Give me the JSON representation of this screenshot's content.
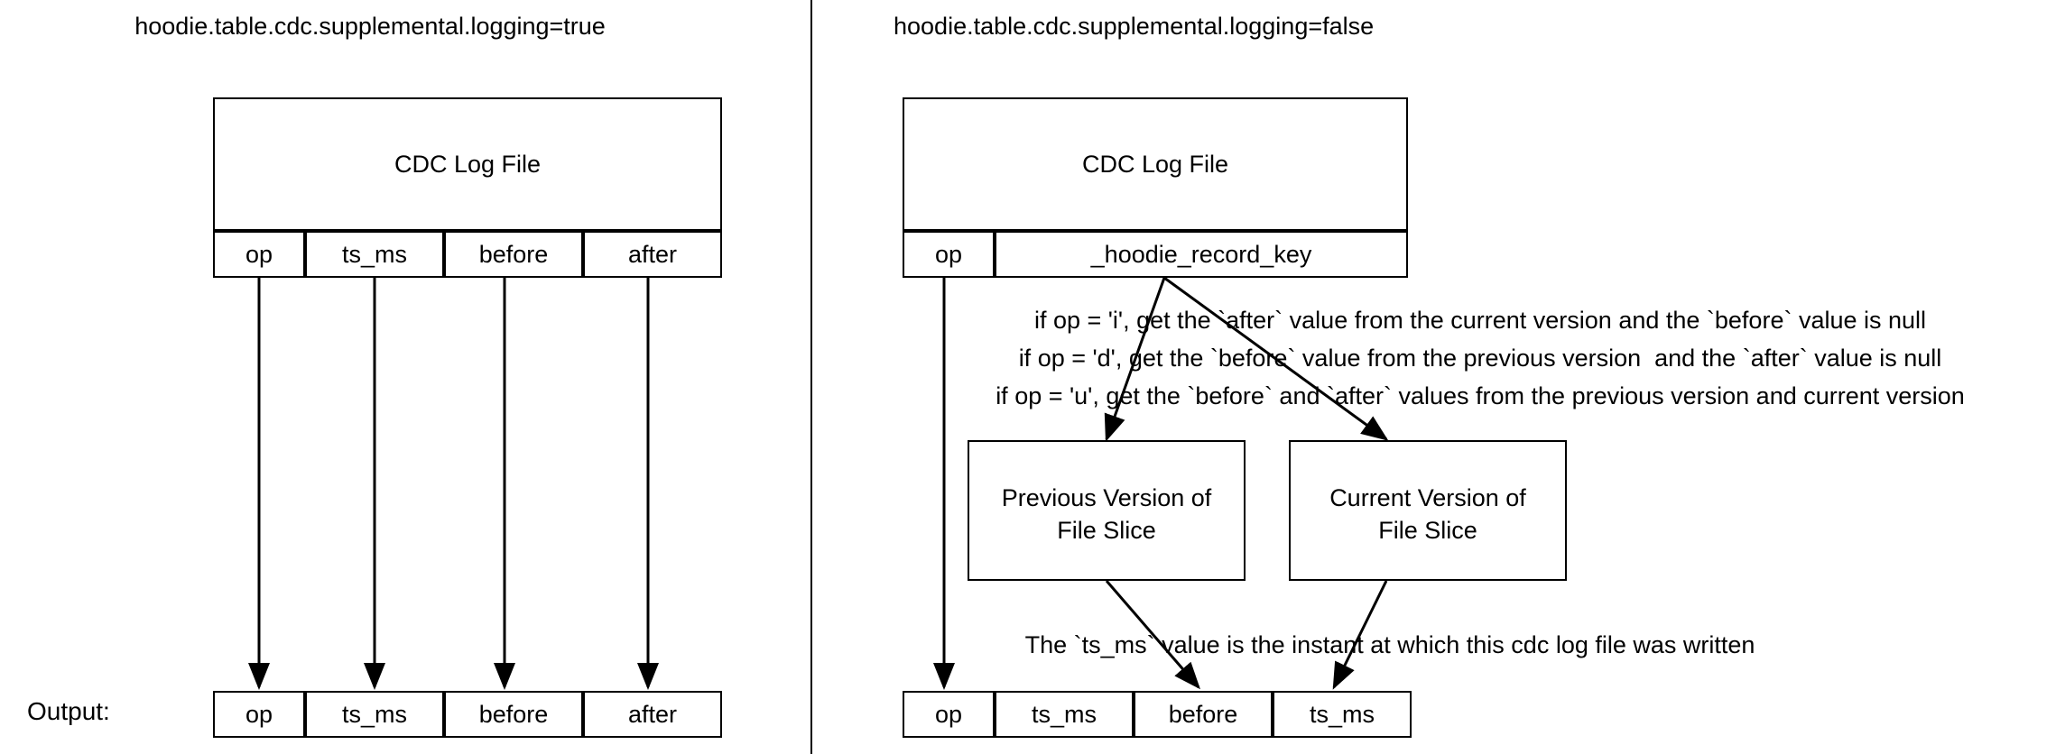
{
  "diagram": {
    "title_left": "hoodie.table.cdc.supplemental.logging=true",
    "title_right": "hoodie.table.cdc.supplemental.logging=false",
    "output_label": "Output:"
  },
  "left_panel": {
    "log_file_title": "CDC Log File",
    "columns": [
      "op",
      "ts_ms",
      "before",
      "after"
    ],
    "output_columns": [
      "op",
      "ts_ms",
      "before",
      "after"
    ]
  },
  "right_panel": {
    "log_file_title": "CDC Log File",
    "columns": [
      "op",
      "_hoodie_record_key"
    ],
    "notes": [
      "if op = 'i', get the `after` value from the current version and the `before` value is null",
      "if op = 'd', get the `before` value from the previous version  and the `after` value is null",
      "if op = 'u', get the `before` and `after` values from the previous version and current version"
    ],
    "ts_note": "The `ts_ms` value is the instant at which this cdc log file was written",
    "previous_version_box": "Previous Version of\nFile Slice",
    "previous_version_box_line1": "Previous Version of",
    "previous_version_box_line2": "File Slice",
    "current_version_box_line1": "Current Version of",
    "current_version_box_line2": "File Slice",
    "output_columns": [
      "op",
      "ts_ms",
      "before",
      "ts_ms"
    ]
  },
  "colors": {
    "stroke": "#000000",
    "background": "#ffffff"
  }
}
